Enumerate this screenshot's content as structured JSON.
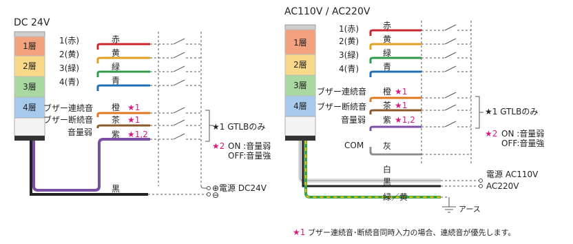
{
  "colors": {
    "red": "#c8282d",
    "yellow": "#e0a020",
    "green": "#2f9a4a",
    "blue": "#1f6fb5",
    "orange": "#e07820",
    "brown": "#8a5a2a",
    "purple": "#7b4fa6",
    "gray": "#8f8f8f",
    "black": "#222222",
    "white_wire": "#ffffff",
    "earth_green": "#3aa34a",
    "earth_yellow": "#f2c200",
    "accent": "#d6197e"
  },
  "left": {
    "title": "DC 24V",
    "tower_layers": [
      "1層",
      "2層",
      "3層",
      "4層"
    ],
    "layer_colors": [
      "#f2a27f",
      "#f8d889",
      "#a9d9a0",
      "#a7c9ec"
    ],
    "wire_labels": [
      "1(赤)",
      "2(黄)",
      "3(緑)",
      "4(青)",
      "ブザー連続音",
      "ブザー断続音",
      "音量弱"
    ],
    "wire_colors": [
      "赤",
      "黄",
      "緑",
      "青",
      "橙",
      "茶",
      "紫",
      "黒"
    ],
    "stars": [
      "★1",
      "★1",
      "★1,2"
    ],
    "bracket_label": "★1 GTLBのみ",
    "note_star": "★2",
    "note_line1": "ON :音量弱",
    "note_line2": "OFF:音量強",
    "power_plus": "⊕電源 DC24V",
    "power_minus": "⊖"
  },
  "right": {
    "title": "AC110V / AC220V",
    "tower_layers": [
      "1層",
      "2層",
      "3層",
      "4層"
    ],
    "layer_colors": [
      "#f2a27f",
      "#f8d889",
      "#a9d9a0",
      "#a7c9ec"
    ],
    "wire_labels": [
      "1(赤)",
      "2(黄)",
      "3(緑)",
      "4(青)",
      "ブザー連続音",
      "ブザー断続音",
      "音量弱",
      "COM"
    ],
    "wire_colors": [
      "赤",
      "黄",
      "緑",
      "青",
      "橙",
      "茶",
      "紫",
      "灰",
      "白",
      "黒",
      "緑／黄"
    ],
    "stars": [
      "★1",
      "★1",
      "★1,2"
    ],
    "bracket_label": "★1 GTLBのみ",
    "note_star": "★2",
    "note_line1": "ON :音量弱",
    "note_line2": "OFF:音量強",
    "power_label": "電源 AC110V",
    "power_label2": "AC220V",
    "earth_label": "アース"
  },
  "footnote_star": "★1",
  "footnote": "ブザー連続音･断続音同時入力の場合、連続音が優先します。"
}
